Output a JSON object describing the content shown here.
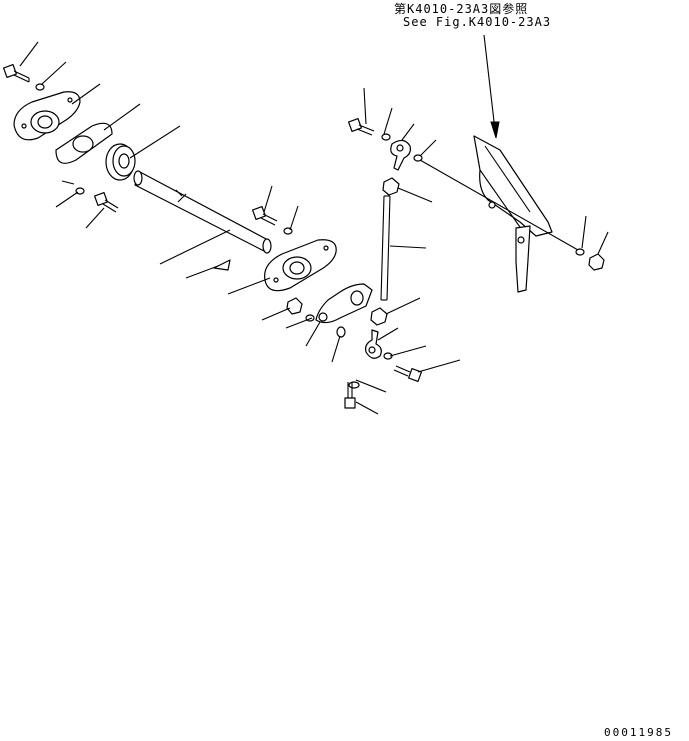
{
  "reference": {
    "japanese": "第K4010-23A3図参照",
    "english": "See Fig.K4010-23A3"
  },
  "page_id": "00011985",
  "colors": {
    "line": "#000000",
    "background": "#ffffff"
  }
}
